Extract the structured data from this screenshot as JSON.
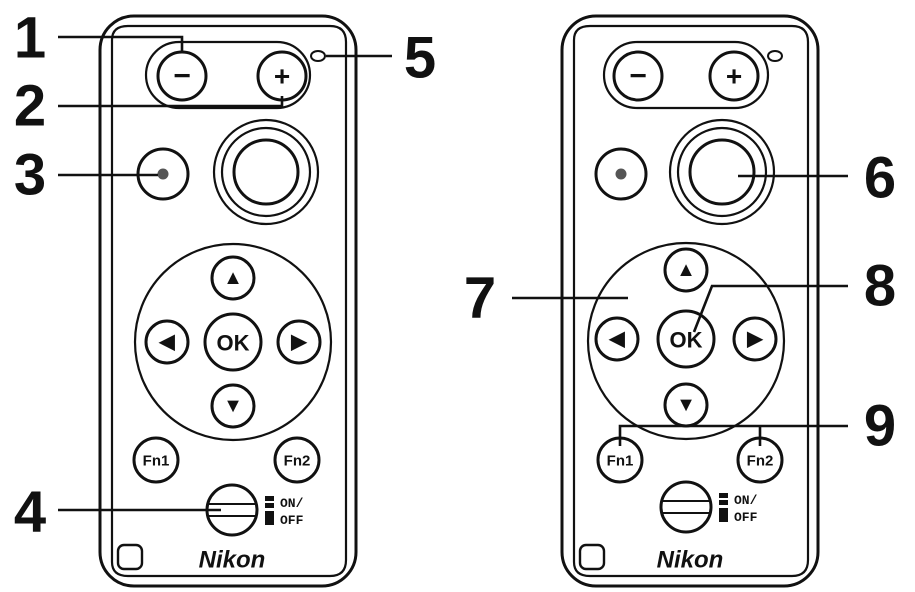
{
  "remote": {
    "minus_label": "−",
    "plus_label": "+",
    "ok_label": "OK",
    "up_glyph": "▲",
    "down_glyph": "▼",
    "left_glyph": "◀",
    "right_glyph": "▶",
    "fn1_label": "Fn1",
    "fn2_label": "Fn2",
    "switch_label_line1": "ON/",
    "switch_label_line2": "OFF",
    "brand": "Nikon"
  },
  "callouts": [
    "1",
    "2",
    "3",
    "4",
    "5",
    "6",
    "7",
    "8",
    "9"
  ],
  "icons": {
    "record": "record-dot-icon",
    "switch_indicator": "remote-switch-icon"
  }
}
